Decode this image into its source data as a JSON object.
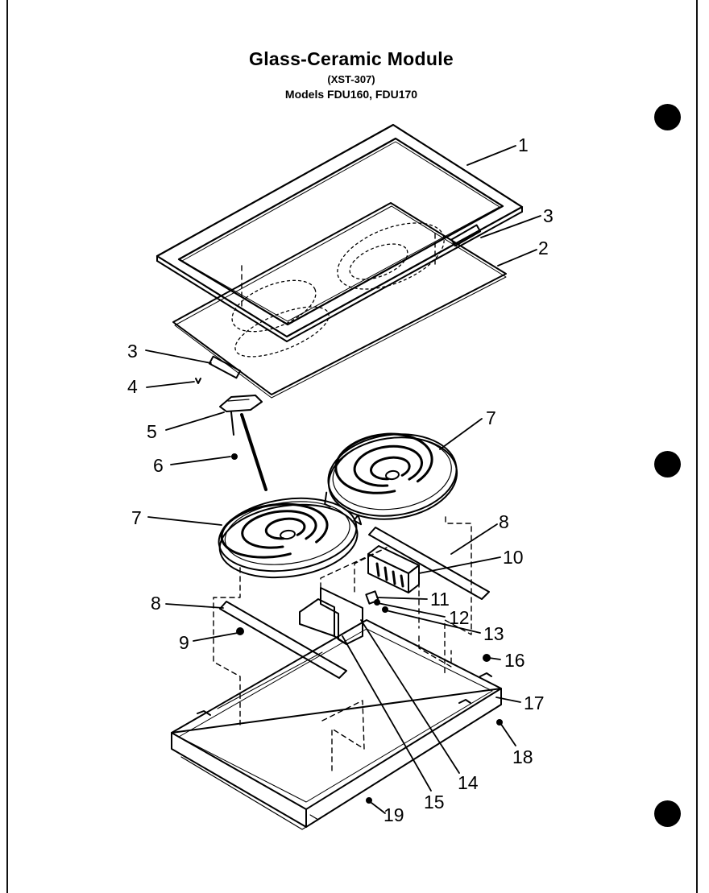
{
  "header": {
    "title": "Glass-Ceramic Module",
    "model_code": "(XST-307)",
    "models": "Models FDU160, FDU170"
  },
  "callouts": [
    "1",
    "3",
    "2",
    "3",
    "4",
    "5",
    "6",
    "7",
    "7",
    "8",
    "10",
    "11",
    "12",
    "13",
    "8",
    "9",
    "16",
    "17",
    "18",
    "14",
    "15",
    "19"
  ]
}
